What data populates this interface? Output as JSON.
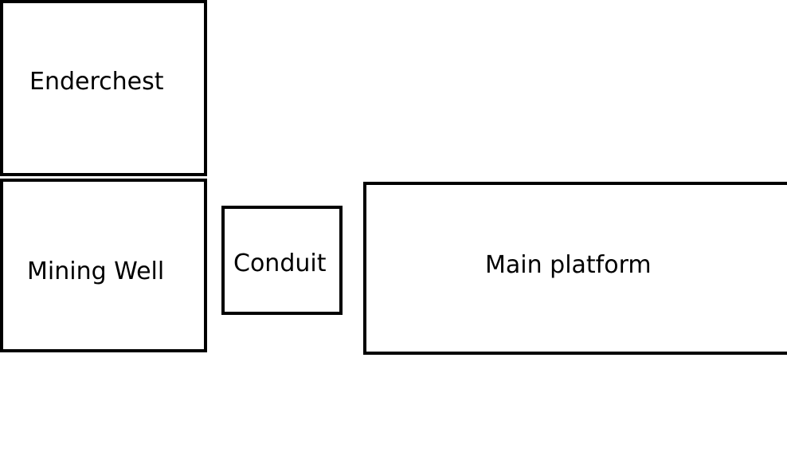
{
  "diagram": {
    "boxes": [
      {
        "label": "Enderchest"
      },
      {
        "label": "Mining Well"
      },
      {
        "label": "Conduit"
      },
      {
        "label": "Main platform"
      }
    ]
  },
  "colors": {
    "stroke": "#000000",
    "background": "#ffffff"
  }
}
